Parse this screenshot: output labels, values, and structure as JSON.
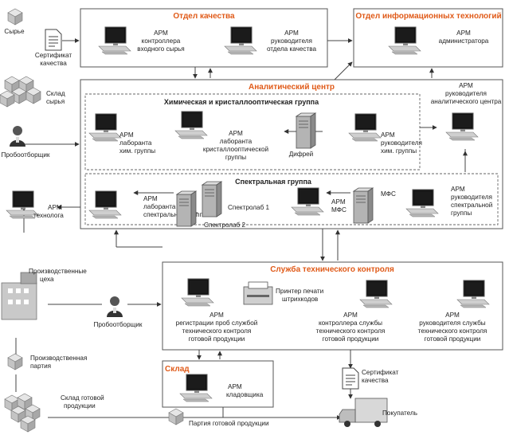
{
  "sections": {
    "quality_dept": "Отдел качества",
    "it_dept": "Отдел информационных технологий",
    "analytic_center": "Аналитический центр",
    "chem_group": "Химическая и кристаллооптическая группа",
    "spectral_group": "Спектральная группа",
    "tech_control": "Служба технического контроля",
    "warehouse": "Склад"
  },
  "labels": {
    "raw": "Сырье",
    "cert_quality_1": [
      "Сертификат",
      "качества"
    ],
    "raw_warehouse": [
      "Склад",
      "сырья"
    ],
    "sampler_1": "Пробоотборщик",
    "apm_technologist": [
      "АРМ",
      "технолога"
    ],
    "production_shops": [
      "Производственные",
      "цеха"
    ],
    "sampler_2": "Пробоотборщик",
    "production_batch": [
      "Производственная",
      "партия"
    ],
    "finished_warehouse": [
      "Склад готовой",
      "продукции"
    ],
    "finished_batch": "Партия готовой продукции",
    "buyer": "Покупатель",
    "cert_quality_2": [
      "Сертификат",
      "качества"
    ],
    "apm_raw_controller": [
      "АРМ",
      "контроллера",
      "входного сырья"
    ],
    "apm_quality_head": [
      "АРМ",
      "руководителя",
      "отдела качества"
    ],
    "apm_admin": [
      "АРМ",
      "администратора"
    ],
    "apm_center_head": [
      "АРМ",
      "руководителя",
      "аналитического центра"
    ],
    "apm_chem_lab": [
      "АРМ",
      "лаборанта",
      "хим. группы"
    ],
    "apm_cryst_lab": [
      "АРМ",
      "лаборанта",
      "кристаллооптической",
      "группы"
    ],
    "difrey": "Дифрей",
    "apm_chem_head": [
      "АРМ",
      "руководителя",
      "хим. группы"
    ],
    "apm_spectral_lab": [
      "АРМ",
      "лаборанта",
      "спектральной группы"
    ],
    "spectrolab_1": "Спектролаб 1",
    "spectrolab_2": "Спектролаб 2",
    "apm_mfs": [
      "АРМ",
      "МФС"
    ],
    "mfs": "МФС",
    "apm_spectral_head": [
      "АРМ",
      "руководителя",
      "спектральной",
      "группы"
    ],
    "barcode_printer": [
      "Принтер печати",
      "штрихкодов"
    ],
    "apm_registration": [
      "АРМ",
      "регистрации проб службой",
      "технического контроля",
      "готовой продукции"
    ],
    "apm_tc_controller": [
      "АРМ",
      "контроллера службы",
      "технического контроля",
      "готовой продукции"
    ],
    "apm_tc_head": [
      "АРМ",
      "руководителя службы",
      "технического контроля",
      "готовой продукции"
    ],
    "apm_storekeeper": [
      "АРМ",
      "кладовщика"
    ]
  },
  "colors": {
    "accent": "#e05a18",
    "line": "#444444",
    "monitor": "#111111",
    "server": "#9a9a9a"
  }
}
